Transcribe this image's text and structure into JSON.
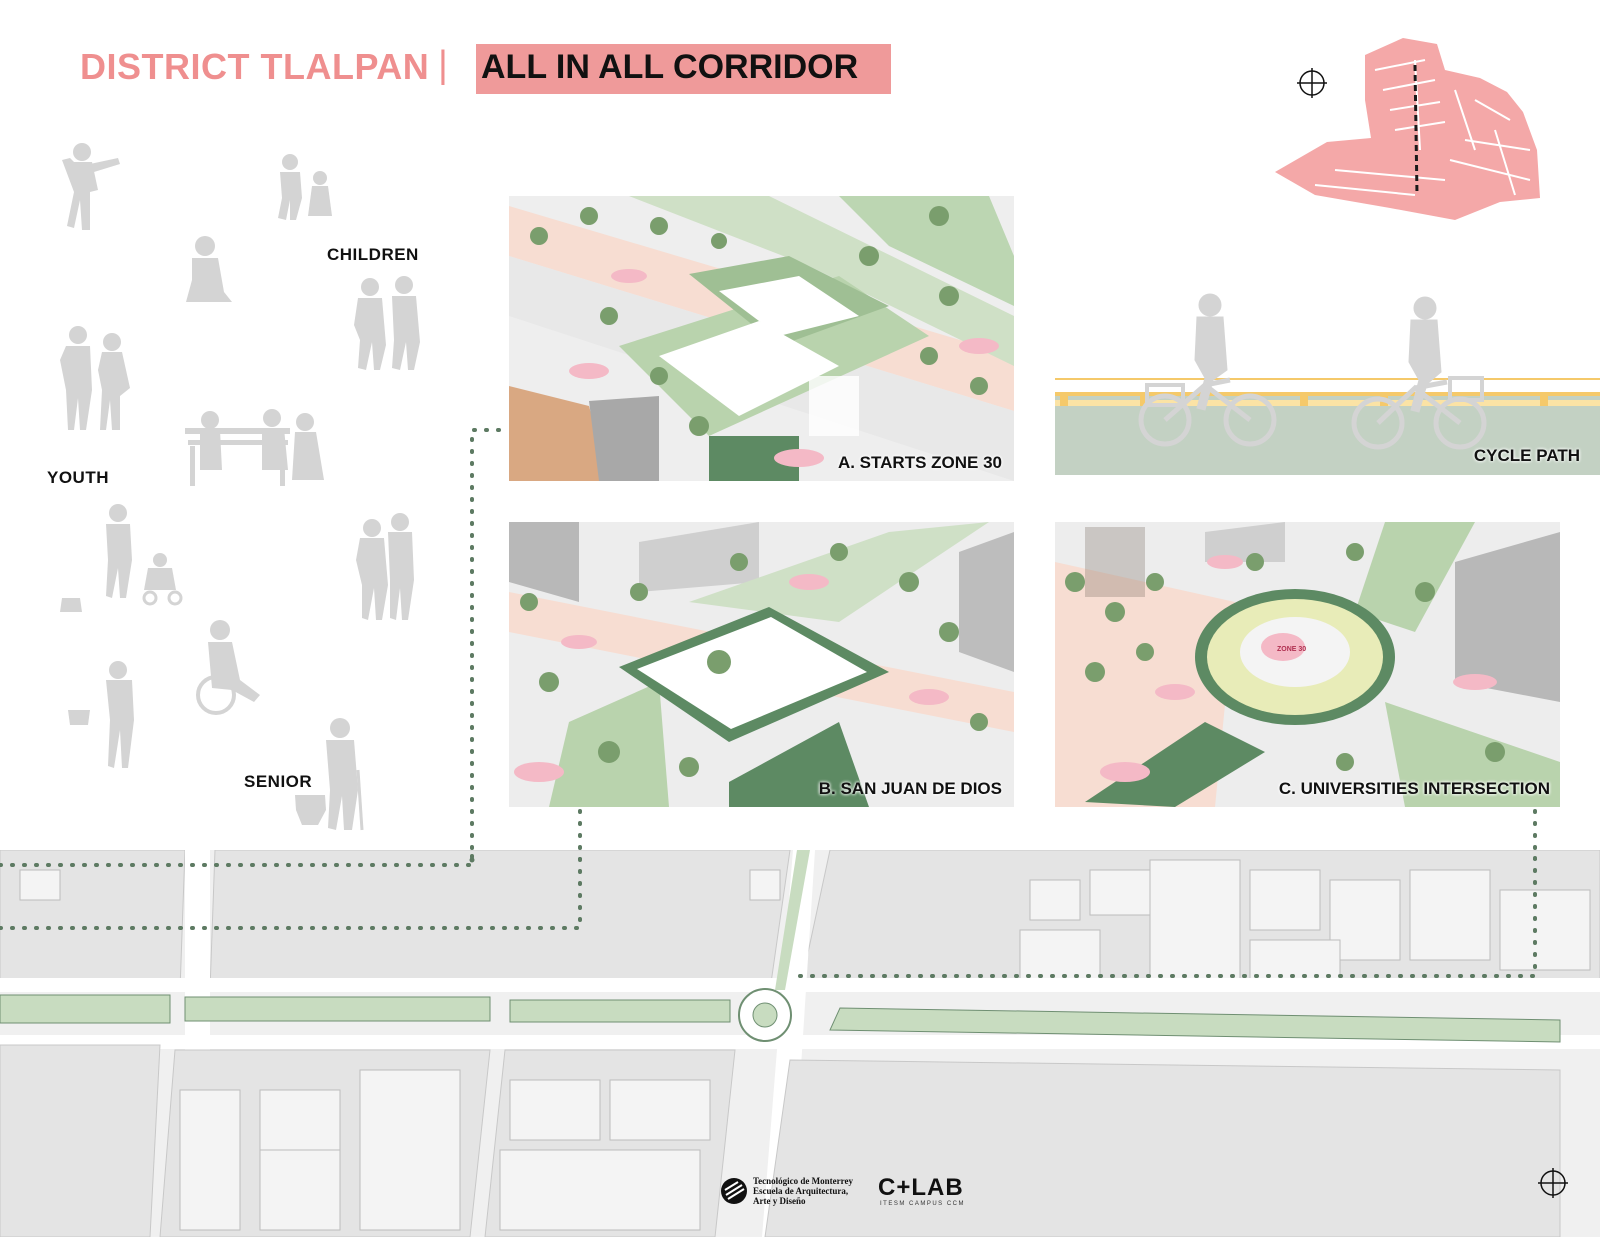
{
  "header": {
    "district": "DISTRICT TLALPAN",
    "separator": "|",
    "corridor": "ALL IN ALL CORRIDOR"
  },
  "users": {
    "children": "CHILDREN",
    "youth": "YOUTH",
    "senior": "SENIOR"
  },
  "panels": {
    "a": "A. STARTS ZONE 30",
    "b": "B. SAN JUAN DE DIOS",
    "c": "C. UNIVERSITIES INTERSECTION",
    "cycle": "CYCLE PATH",
    "zone_marking": "ZONE 30"
  },
  "footer": {
    "institution_lines": [
      "Tecnológico de Monterrey",
      "Escuela de Arquitectura,",
      "Arte y Diseño"
    ],
    "lab_name": "C+LAB",
    "lab_sub": "ITESM  CAMPUS  CCM"
  },
  "colors": {
    "accent_pink": "#ef8f8f",
    "path_green": "#5d8a63",
    "park_green": "#c8dcc0",
    "silhouette": "#d4d4d4",
    "cycle_yellow": "#f5c96a"
  },
  "icons": [
    "north-arrow-icon",
    "institution-logo-icon"
  ]
}
